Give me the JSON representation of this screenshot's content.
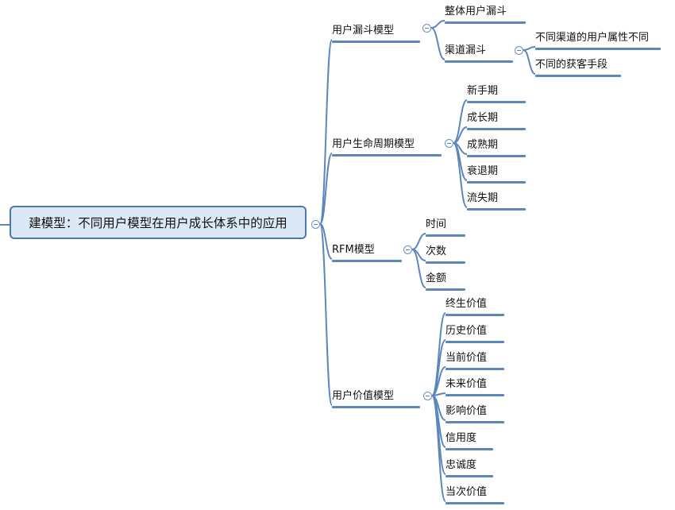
{
  "root": {
    "label": "建模型：不同用户模型在用户成长体系中的应用"
  },
  "branches": [
    {
      "label": "用户漏斗模型",
      "children": [
        {
          "label": "整体用户漏斗"
        },
        {
          "label": "渠道漏斗",
          "children": [
            {
              "label": "不同渠道的用户属性不同"
            },
            {
              "label": "不同的获客手段"
            }
          ]
        }
      ]
    },
    {
      "label": "用户生命周期模型",
      "children": [
        {
          "label": "新手期"
        },
        {
          "label": "成长期"
        },
        {
          "label": "成熟期"
        },
        {
          "label": "衰退期"
        },
        {
          "label": "流失期"
        }
      ]
    },
    {
      "label": "RFM模型",
      "children": [
        {
          "label": "时间"
        },
        {
          "label": "次数"
        },
        {
          "label": "金额"
        }
      ]
    },
    {
      "label": "用户价值模型",
      "children": [
        {
          "label": "终生价值"
        },
        {
          "label": "历史价值"
        },
        {
          "label": "当前价值"
        },
        {
          "label": "未来价值"
        },
        {
          "label": "影响价值"
        },
        {
          "label": "信用度"
        },
        {
          "label": "忠诚度"
        },
        {
          "label": "当次价值"
        }
      ]
    }
  ],
  "colors": {
    "line": "#5b87bd",
    "root_fill": "#dde8f6",
    "root_border": "#4a79b0"
  }
}
